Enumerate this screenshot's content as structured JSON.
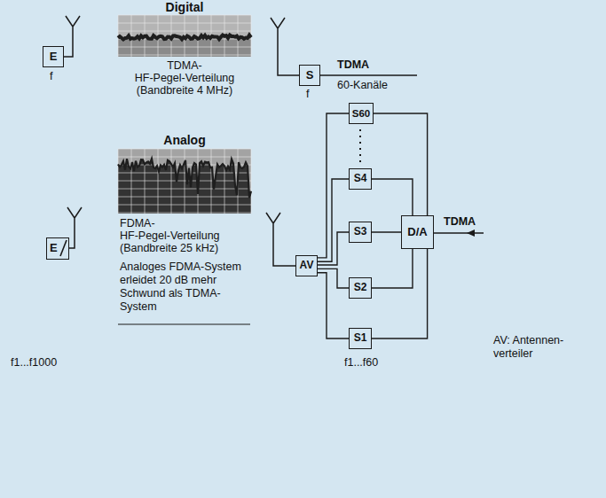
{
  "diagram": {
    "nodes": [
      {
        "text": [
          "E"
        ]
      },
      {
        "text": [
          "S"
        ]
      },
      {
        "text": [
          "E"
        ]
      },
      {
        "text": [
          "AV"
        ]
      },
      {
        "text": [
          "S60"
        ]
      },
      {
        "text": [
          "S4"
        ]
      },
      {
        "text": [
          "S3"
        ]
      },
      {
        "text": [
          "S2"
        ]
      },
      {
        "text": [
          "S1"
        ]
      },
      {
        "text": [
          "D/A"
        ]
      }
    ],
    "edges": [
      {
        "from": 3,
        "to": 4,
        "arrow": "none"
      },
      {
        "from": 3,
        "to": 5,
        "arrow": "none"
      },
      {
        "from": 3,
        "to": 6,
        "arrow": "none"
      },
      {
        "from": 3,
        "to": 7,
        "arrow": "none"
      },
      {
        "from": 3,
        "to": 8,
        "arrow": "none"
      },
      {
        "from": 4,
        "to": 9,
        "arrow": "none"
      },
      {
        "from": 5,
        "to": 9,
        "arrow": "none"
      },
      {
        "from": 6,
        "to": 9,
        "arrow": "none"
      },
      {
        "from": 7,
        "to": 9,
        "arrow": "none"
      },
      {
        "from": 8,
        "to": 9,
        "arrow": "none"
      }
    ],
    "labels": [
      "Digital",
      "TDMA-",
      "HF-Pegel-Verteilung",
      "(Bandbreite 4 MHz)",
      "f",
      "f",
      "TDMA",
      "60-Kanäle",
      "Analog",
      "FDMA-",
      "HF-Pegel-Verteilung",
      "(Bandbreite 25 kHz)",
      "Analoges FDMA-System",
      "erleidet 20 dB mehr",
      "Schwund als TDMA-",
      "System",
      "f1...f1000",
      "f1...f60",
      "TDMA",
      "AV: Antennen-",
      "verteiler"
    ]
  }
}
